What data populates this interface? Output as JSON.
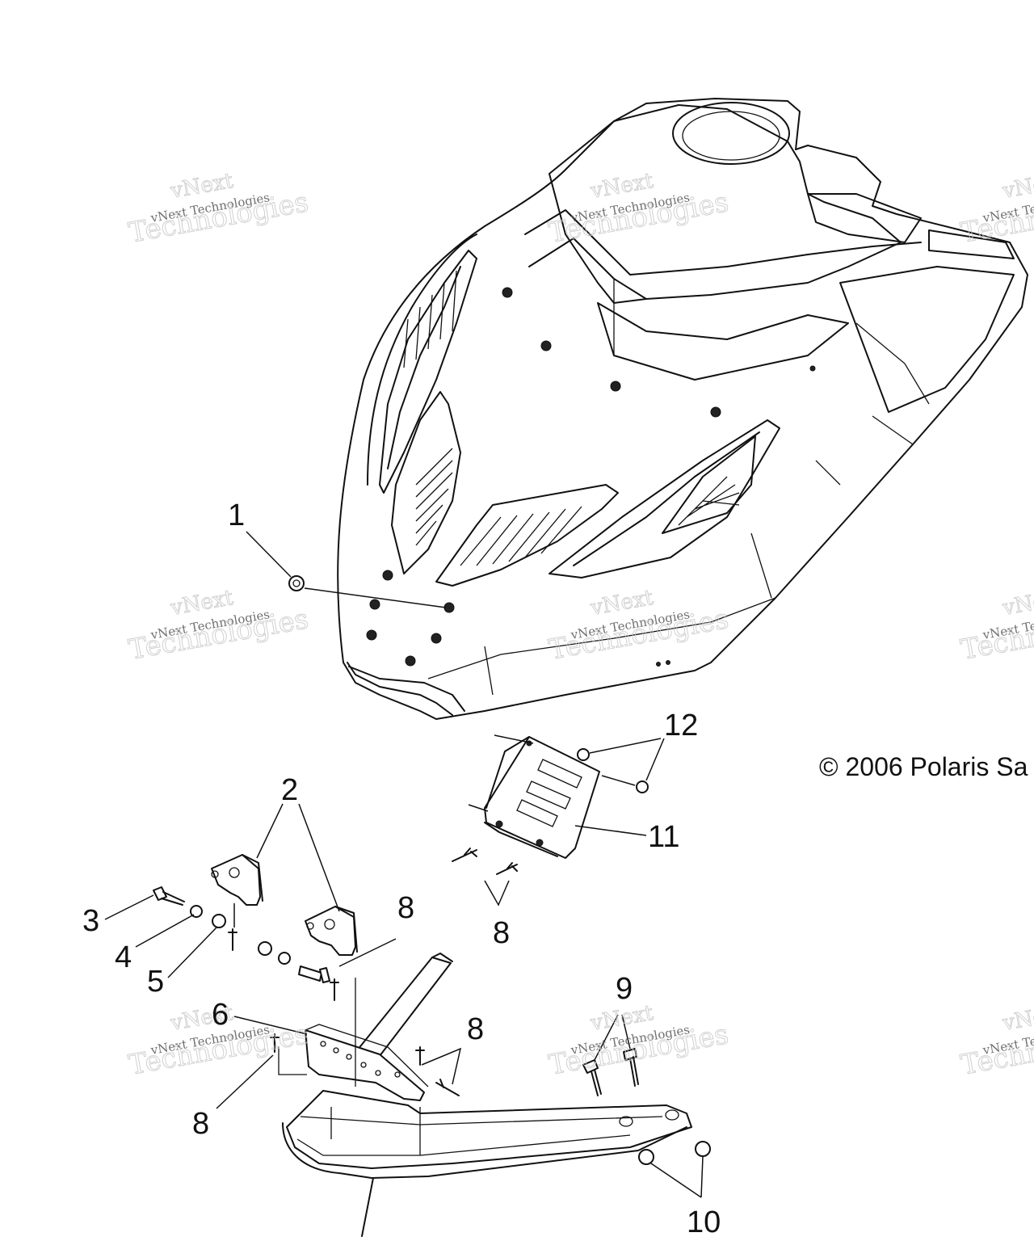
{
  "callouts": {
    "c1": "1",
    "c2": "2",
    "c3": "3",
    "c4": "4",
    "c5": "5",
    "c6": "6",
    "c8a": "8",
    "c8b": "8",
    "c8c": "8",
    "c8d": "8",
    "c9": "9",
    "c10": "10",
    "c11": "11",
    "c12": "12"
  },
  "copyright": "© 2006 Polaris Sa",
  "watermark": {
    "line1": "vNext",
    "line2": "vNext Technologies",
    "line3": "Technologies"
  },
  "colors": {
    "line": "#111111",
    "watermark": "#c9c9c9",
    "background": "#ffffff"
  }
}
